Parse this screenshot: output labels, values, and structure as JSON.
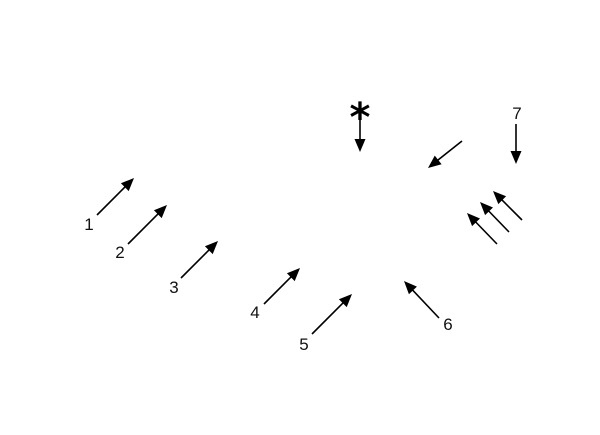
{
  "diagram": {
    "marker": "*",
    "labels": [
      "1",
      "2",
      "3",
      "4",
      "5",
      "6",
      "7"
    ]
  }
}
